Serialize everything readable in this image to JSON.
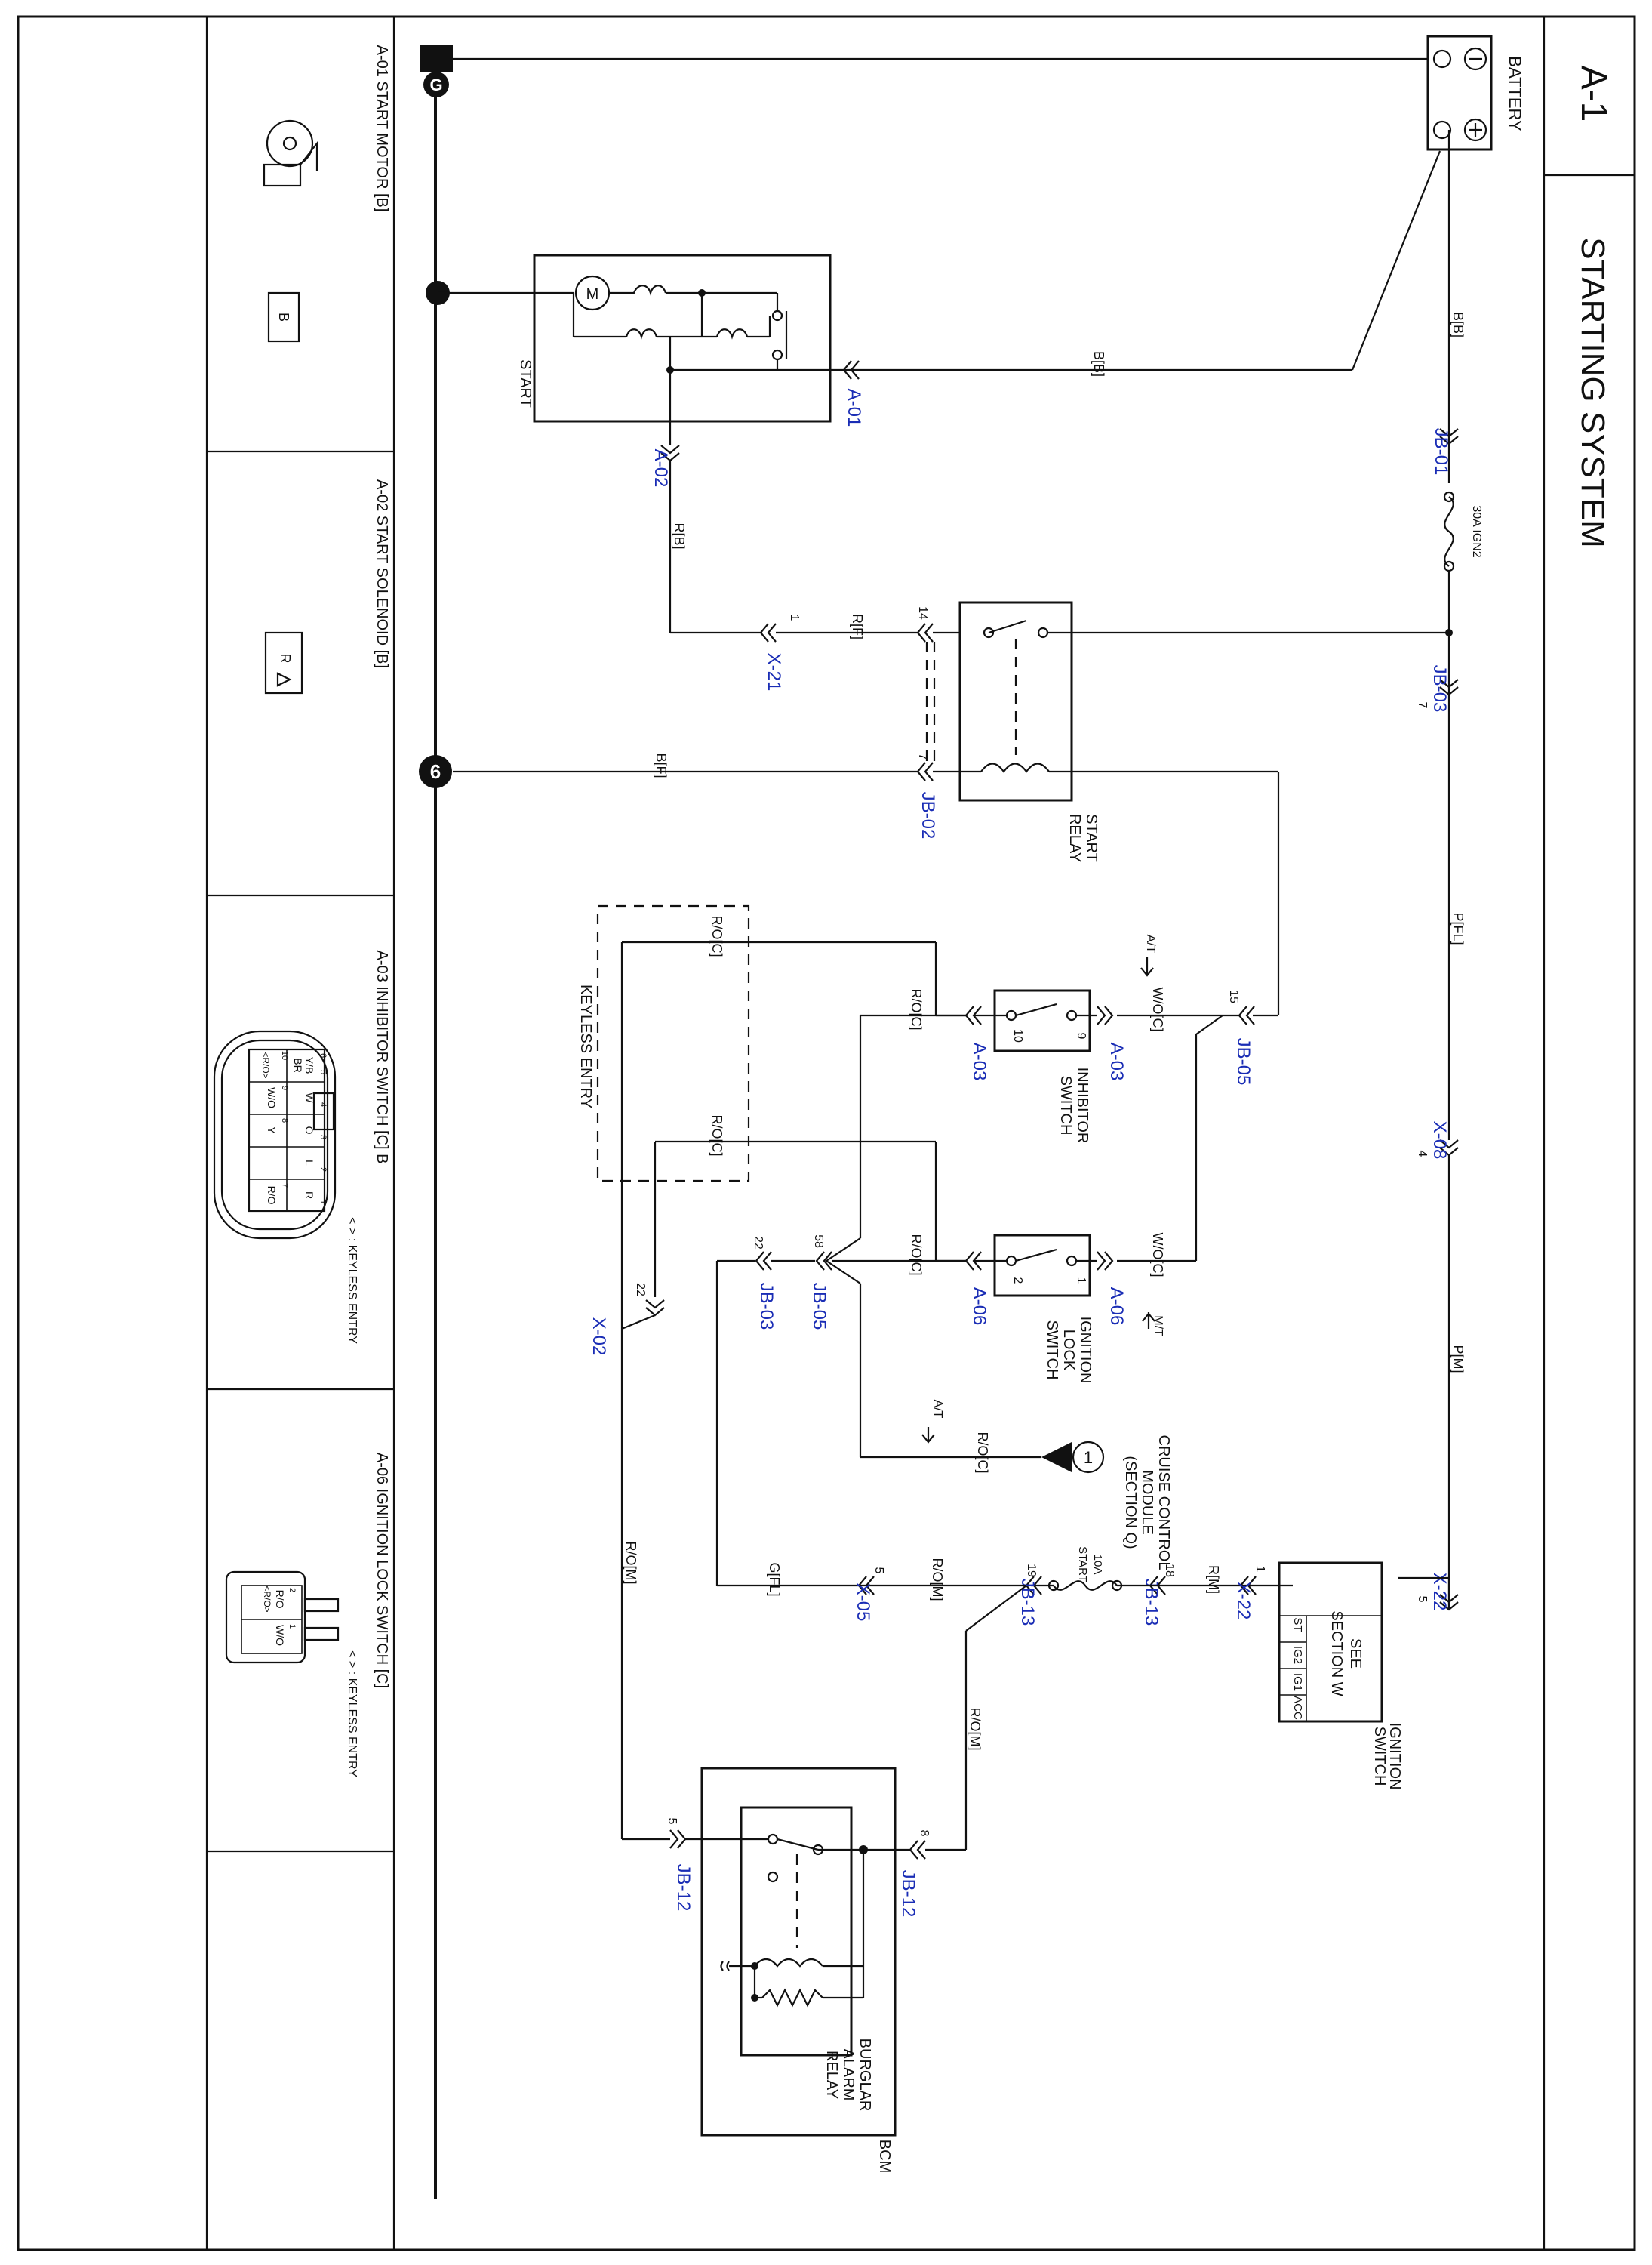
{
  "page": {
    "code": "A-1",
    "title": "STARTING SYSTEM"
  },
  "components": {
    "battery": "BATTERY",
    "start_motor": "START",
    "start_relay": [
      "START",
      "RELAY"
    ],
    "inhibitor_switch": [
      "INHIBITOR",
      "SWITCH"
    ],
    "ignition_lock_switch": [
      "IGNITION",
      "LOCK",
      "SWITCH"
    ],
    "keyless_entry": "KEYLESS ENTRY",
    "cruise_control": [
      "CRUISE CONTROL",
      "MODULE",
      "(SECTION Q)"
    ],
    "cruise_ref_number": "1",
    "ignition_switch": [
      "IGNITION",
      "SWITCH"
    ],
    "ignition_see": [
      "SEE",
      "SECTION W"
    ],
    "ignition_positions": [
      "ST",
      "IG2",
      "IG1",
      "ACC"
    ],
    "burglar_alarm_relay": [
      "BURGLAR",
      "ALARM",
      "RELAY"
    ],
    "bcm": "BCM",
    "ground_label": "G",
    "ground_node": "6",
    "fuse_30a": "30A IGN2",
    "fuse_10a": [
      "10A",
      "START"
    ],
    "at_note": "A/T",
    "mt_note": "M/T"
  },
  "connectors": {
    "jb01": "JB-01",
    "jb03": "JB-03",
    "jb02": "JB-02",
    "jb05": "JB-05",
    "x08": "X-08",
    "x22": "X-22",
    "a01": "A-01",
    "a02": "A-02",
    "x21": "X-21",
    "a03": "A-03",
    "a06": "A-06",
    "x02": "X-02",
    "x05": "X-05",
    "jb13": "JB-13",
    "jb12": "JB-12"
  },
  "pins": {
    "jb03_a": "7",
    "x08": "4",
    "jb05_a": "15",
    "x22_a": "5",
    "x22_b": "1",
    "jb13_a": "18",
    "jb13_b": "19",
    "x05": "5",
    "jb03_b": "22",
    "jb05_b": "58",
    "x02": "22",
    "jb12_a": "8",
    "jb12_b": "5",
    "x21": "1",
    "jb02_a": "14",
    "jb02_b": "7",
    "a03_a": "9",
    "a03_b": "10",
    "a06_a": "1",
    "a06_b": "2"
  },
  "wires": {
    "b_b": "B[B]",
    "p_fl": "P[FL]",
    "p_m": "P[M]",
    "r_m": "R[M]",
    "r_o_m": "R/O[M]",
    "g_fl": "G[FL]",
    "r_b": "R[B]",
    "r_f": "R[F]",
    "b_f": "B[F]",
    "w_o_c": "W/O[C]",
    "r_o_c": "R/O[C]"
  },
  "sidebar": {
    "a01_title": "A-01 START MOTOR [B]",
    "a01_pin": "B",
    "a02_title": "A-02 START SOLENOID [B]",
    "a02_pin": "R",
    "a03_title": "A-03 INHIBITOR SWITCH [C] B",
    "a03_pins": [
      "6",
      "5",
      "4",
      "3",
      "2",
      "1",
      "10",
      "9",
      "8",
      "7"
    ],
    "a03_colors": [
      "Y/B",
      "BR",
      "W",
      "O",
      "L",
      "R",
      "<R/O>",
      "W/O",
      "Y",
      "R/O"
    ],
    "a06_title": "A-06 IGNITION LOCK SWITCH [C]",
    "a06_pins": [
      "2",
      "1"
    ],
    "a06_colors": [
      "R/O",
      "<R/O>",
      "W/O"
    ],
    "legend": "< > : KEYLESS ENTRY"
  }
}
